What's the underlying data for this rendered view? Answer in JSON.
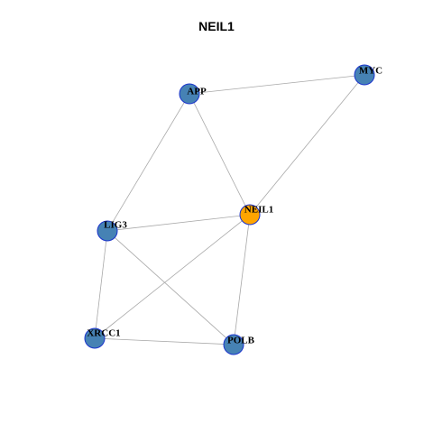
{
  "title": "NEIL1",
  "colors": {
    "node_default": "#4682B4",
    "node_focus": "#FFA500",
    "node_stroke": "#1A33CC",
    "edge": "#A8A8A8"
  },
  "nodes": [
    {
      "id": "APP",
      "label": "APP",
      "focus": false
    },
    {
      "id": "MYC",
      "label": "MYC",
      "focus": false
    },
    {
      "id": "NEIL1",
      "label": "NEIL1",
      "focus": true
    },
    {
      "id": "LIG3",
      "label": "LIG3",
      "focus": false
    },
    {
      "id": "XRCC1",
      "label": "XRCC1",
      "focus": false
    },
    {
      "id": "POLB",
      "label": "POLB",
      "focus": false
    }
  ],
  "edges": [
    [
      "APP",
      "MYC"
    ],
    [
      "APP",
      "NEIL1"
    ],
    [
      "APP",
      "LIG3"
    ],
    [
      "MYC",
      "NEIL1"
    ],
    [
      "LIG3",
      "NEIL1"
    ],
    [
      "LIG3",
      "XRCC1"
    ],
    [
      "LIG3",
      "POLB"
    ],
    [
      "NEIL1",
      "XRCC1"
    ],
    [
      "NEIL1",
      "POLB"
    ],
    [
      "XRCC1",
      "POLB"
    ]
  ]
}
